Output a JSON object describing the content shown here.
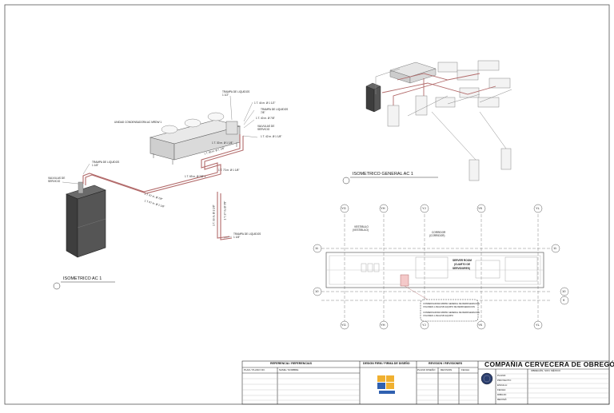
{
  "views": {
    "iso_ac1": {
      "title": "ISOMETRICO AC 1",
      "labels": {
        "unit_name": "UNIDAD CONDENSADORA AC MRDW 1",
        "trampa_top": "TRAMPA DE LIQUIDOS",
        "trampa_top_size": "1 1/2\"",
        "t1": "1 T. 44 m. Ø 1 1/2\"",
        "t1b": "TRAMPA DE LIQUIDOS",
        "t1b_size": "7/8\"",
        "t2": "1 T. 40 m. Ø 7/8\"",
        "valvula_top": "VALVULAS DE",
        "valvula_top2": "SERVICIO",
        "t3": "1 T. 42 m. Ø 1 1/8\"",
        "t4": "1 T. 30 m. Ø 1 1/8\"",
        "t5": "1 T. 69 m. Ø 1 1/8\"",
        "t6": "1 T. 73 m. Ø 1 1/8\"",
        "t7": "1 T. 69 m. Ø 7/8\" 1",
        "trampa_left": "TRAMPA DE LIQUIDOS",
        "trampa_left_size": "1 1/8\"",
        "valvulas_left": "VALVULAS DE",
        "valvulas_left2": "SERVICIO",
        "t8": "1 T. 67 m. Ø 7/8\"",
        "t9": "1 T. 67 m. Ø 1 1/8\"",
        "t10": "1 T. 99 m. Ø 1 1/8\"",
        "t11": "1 T. 97 m. Ø 7/8\"",
        "trampa_bottom": "TRAMPA DE LIQUIDOS",
        "trampa_bottom_size": "1 1/8\""
      }
    },
    "iso_general": {
      "title": "ISOMETRICO GENERAL AC 1"
    },
    "plan": {
      "grid_top": [
        "YG",
        "YH",
        "YJ",
        "YK",
        "YL"
      ],
      "grid_side_left": [
        "11",
        "10"
      ],
      "grid_side_right": [
        "11",
        "10",
        "9"
      ],
      "rooms": {
        "vestibulo": "VESTIBULO",
        "vestibulo2": "(VESTIBULO)",
        "corridor": "CORRIDOR",
        "corridor2": "(CORRIDOR)",
        "server": "SERVER ROOM",
        "server2": "(CUARTO DE",
        "server3": "SERVIDORES)"
      },
      "notes": {
        "n1": "CONDENSADORA MRDW GENERAL DE REFRIGERACION",
        "n2": "VOLUMEN 1 ANALISIS EQUIPO DE REFRIGERACION",
        "n3": "CONDENSADORA MRDW GENERAL DE REFRIGERACION",
        "n4": "VOLUMEN 1 ANALISIS EQUIPO"
      }
    }
  },
  "title_block": {
    "ref_header": "REFERENCIA / REFERENCIAS",
    "plan_col": "PLAN / PLANO NO.",
    "name_col": "NAME / NOMBRE",
    "design_header": "DESIGN FIRM / FIRMA DE DISEÑO",
    "revision_header": "REVISION / REVISIONES",
    "rev_cols": [
      "PLANO DISEÑO",
      "REVISION",
      "FECHA"
    ],
    "company": "COMPAÑIA CERVECERA DE OBREGÓN",
    "sub": "OBREGÓN, SON. MÉXICO",
    "side_labels": [
      "PLANO:",
      "PROYECTO:",
      "ESCALA:",
      "FECHA:",
      "DIBUJO:",
      "REVISÓ:"
    ]
  },
  "colors": {
    "pipe": "#b26a6a",
    "line": "#333333",
    "highlight": "#f4c9c9",
    "grid_bubble": "#555555"
  }
}
